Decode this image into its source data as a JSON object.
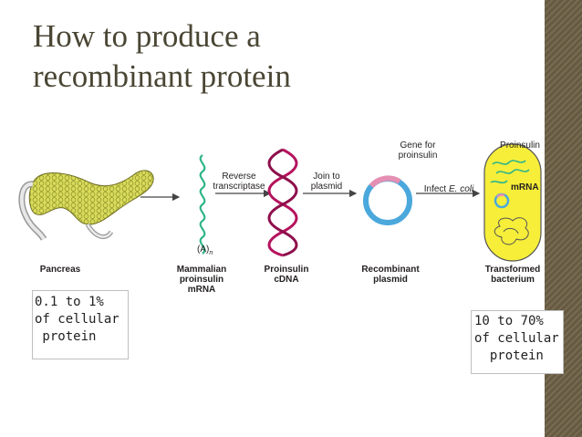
{
  "slide": {
    "title_line1": "How to produce a",
    "title_line2": "recombinant protein"
  },
  "diagram": {
    "steps": {
      "pancreas": "Pancreas",
      "mrna_line1": "Mammalian",
      "mrna_line2": "proinsulin",
      "mrna_line3": "mRNA",
      "cdna_line1": "Proinsulin",
      "cdna_line2": "cDNA",
      "plasmid_line1": "Recombinant",
      "plasmid_line2": "plasmid",
      "bacterium_line1": "Transformed",
      "bacterium_line2": "bacterium"
    },
    "arrows": {
      "reverse_line1": "Reverse",
      "reverse_line2": "transcriptase",
      "join_line1": "Join to",
      "join_line2": "plasmid",
      "infect_prefix": "Infect ",
      "infect_organism": "E. coli"
    },
    "callouts": {
      "gene_line1": "Gene for",
      "gene_line2": "proinsulin",
      "proinsulin": "Proinsulin",
      "mrna": "mRNA",
      "polya": "(A)",
      "polya_sub": "n"
    },
    "colors": {
      "pancreas": "#d8dc5a",
      "mrna_strand": "#2fb58a",
      "cdna": "#b5135e",
      "plasmid_ring": "#4aa8dc",
      "insert": "#e58fb3",
      "bacterium_fill": "#f6ee39"
    }
  },
  "notes": {
    "left_line1": "0.1 to 1%",
    "left_line2": "of cellular",
    "left_line3": " protein",
    "right_line1": "10 to 70%",
    "right_line2": "of cellular",
    "right_line3": "  protein"
  }
}
